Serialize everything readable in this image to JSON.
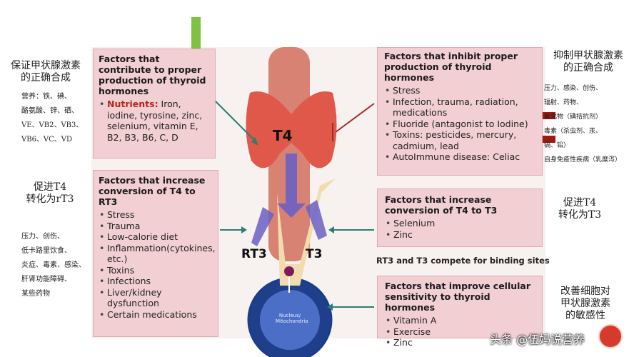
{
  "left_panel": {
    "correct_synthesis": {
      "title_line1": "保证甲状腺激素",
      "title_line2": "的正确合成",
      "lines": [
        "营养：铁、碘、",
        "酪氨酸、锌、硒、",
        "VE、VB2、VB3、",
        "VB6、VC、VD"
      ]
    },
    "to_rt3": {
      "title_line1": "促进T4",
      "title_line2": "转化为rT3",
      "lines": [
        "压力、创伤、",
        "低卡路里饮食、",
        "炎症、毒素、感染、",
        "肝肾功能障碍、",
        "某些药物"
      ]
    }
  },
  "right_panel": {
    "inhibit": {
      "title_line1": "抑制甲状腺激素",
      "title_line2": "的正确合成",
      "lines": [
        "压力、感染、创伤、",
        "辐射、药物、",
        "氟化物（碘拮抗剂）",
        "毒素（杀虫剂、汞、",
        "镉、铅）",
        "自身免疫性疾病（乳糜泻）"
      ]
    },
    "to_t3": {
      "title_line1": "促进T4",
      "title_line2": "转化为T3"
    },
    "sensitivity": {
      "title_line1": "改善细胞对",
      "title_line2": "甲状腺激素",
      "title_line3": "的敏感性"
    }
  },
  "boxes": {
    "contribute": {
      "title": "Factors that contribute to proper production of thyroid hormones",
      "nutrients_label": "Nutrients:",
      "nutrients_text": " Iron, iodine, tyrosine, zinc, selenium, vitamin E, B2, B3, B6, C, D"
    },
    "increase_rt3": {
      "title": "Factors that increase conversion of T4 to RT3",
      "items": [
        "Stress",
        "Trauma",
        "Low-calorie diet",
        "Inflammation(cytokines, etc.)",
        "Toxins",
        "Infections",
        "Liver/kidney dysfunction",
        "Certain medications"
      ]
    },
    "inhibit": {
      "title": "Factors that inhibit proper production of thyroid hormones",
      "items": [
        "Stress",
        "Infection, trauma, radiation, medications",
        "Fluoride (antagonist to Iodine)",
        "Toxins: pesticides, mercury, cadmium, lead",
        "AutoImmune disease: Celiac"
      ]
    },
    "increase_t3": {
      "title": "Factors that increase conversion of T4 to T3",
      "items": [
        "Selenium",
        "Zinc"
      ]
    },
    "sensitivity": {
      "title": "Factors that improve cellular sensitivity to thyroid hormones",
      "items": [
        "Vitamin A",
        "Exercise",
        "Zinc"
      ]
    }
  },
  "compete_note": "RT3 and T3 compete for binding sites",
  "labels": {
    "t4": "T4",
    "rt3": "RT3",
    "t3": "T3",
    "nucleus": "Nucleus/ Mitochondria"
  },
  "watermark": "头条 @伍妈说营养",
  "colors": {
    "box": "#f1cfd3",
    "green_arrow": "#7fc241",
    "red_arrow": "#9b1b12",
    "teal_arrow": "#2e7d74",
    "purple_arrow": "#6a5fc4"
  }
}
